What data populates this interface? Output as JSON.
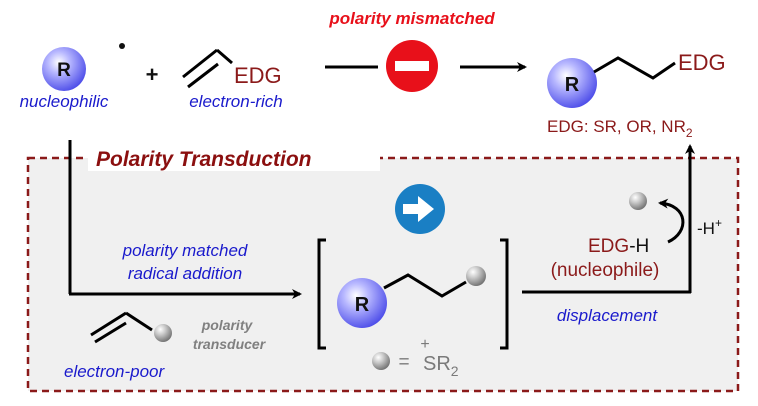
{
  "top_row": {
    "radical_label": "R",
    "radical_dot": "•",
    "radical_caption": "nucleophilic",
    "plus_sign": "+",
    "alkene_group": "EDG",
    "alkene_caption": "electron-rich",
    "mismatch_label": "polarity mismatched",
    "product_radical_label": "R",
    "product_group": "EDG",
    "edg_examples_prefix": "EDG: SR, OR, NR",
    "edg_examples_subscript": "2"
  },
  "box": {
    "title": "Polarity Transduction",
    "matched_line1": "polarity matched",
    "matched_line2": "radical addition",
    "transducer_line1": "polarity",
    "transducer_line2": "transducer",
    "poor_caption": "electron-poor",
    "intermediate_radical_label": "R",
    "legend_equals": "=",
    "legend_plus": "+",
    "legend_group": "SR",
    "legend_subscript": "2",
    "nucleophile_edg": "EDG",
    "nucleophile_h": "-H",
    "nucleophile_caption": "(nucleophile)",
    "proton_loss": "-H",
    "proton_plus": "+",
    "displacement_label": "displacement"
  },
  "colors": {
    "blue_text": "#1a1acc",
    "red_text": "#e8101a",
    "maroon": "#8b1a1a",
    "box_fill": "#f0f0f0",
    "go_sign": "#1a7fc4",
    "stop_sign": "#e8101a",
    "radical_sphere": "#5a5af0"
  }
}
